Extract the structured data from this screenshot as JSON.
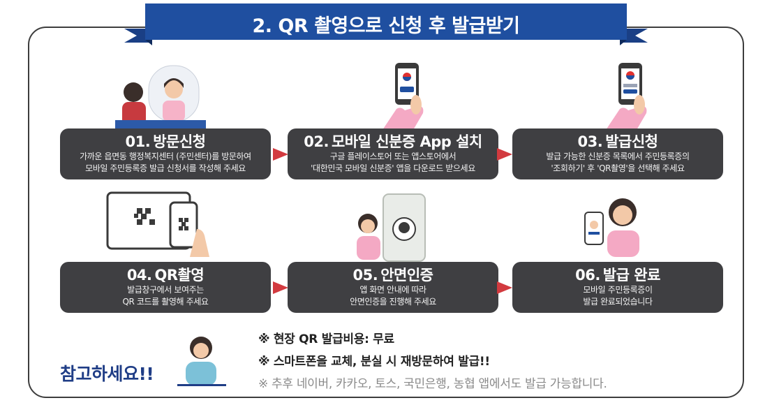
{
  "header": {
    "title": "2. QR 촬영으로 신청 후 발급받기"
  },
  "steps": [
    {
      "num": "01.",
      "title": "방문신청",
      "desc1": "가까운 읍면동 행정복지센터 (주민센터)를 방문하여",
      "desc2": "모바일 주민등록증 발급 신청서를 작성해 주세요"
    },
    {
      "num": "02.",
      "title": "모바일 신분증 App 설치",
      "desc1": "구글 플레이스토어 또는 앱스토어에서",
      "desc2": "'대한민국 모바일 신분증' 앱을 다운로드 받으세요"
    },
    {
      "num": "03.",
      "title": "발급신청",
      "desc1": "발급 가능한 신분증 목록에서 주민등록증의",
      "desc2": "'조회하기' 후 'QR촬영'을 선택해 주세요"
    },
    {
      "num": "04.",
      "title": "QR촬영",
      "desc1": "발급창구에서 보여주는",
      "desc2": "QR 코드를 촬영해 주세요"
    },
    {
      "num": "05.",
      "title": "안면인증",
      "desc1": "앱 화면 안내에 따라",
      "desc2": "안면인증을 진행해 주세요"
    },
    {
      "num": "06.",
      "title": "발급 완료",
      "desc1": "모바일 주민등록증이",
      "desc2": "발급 완료되었습니다"
    }
  ],
  "reference": {
    "label": "참고하세요!!",
    "notes": [
      "※ 현장 QR 발급비용: 무료",
      "※ 스마트폰을 교체, 분실 시 재방문하여 발급!!",
      "※ 추후 네이버, 카카오, 토스, 국민은행, 농협 앱에서도 발급 가능합니다."
    ]
  },
  "colors": {
    "ribbon": "#1f4fa0",
    "card": "#3f3f42",
    "arrow": "#d23a3f",
    "accent_pink": "#f4a9c4"
  },
  "icons": [
    "arrow-right-icon",
    "qr-code-icon",
    "smartphone-icon",
    "face-scan-icon"
  ]
}
